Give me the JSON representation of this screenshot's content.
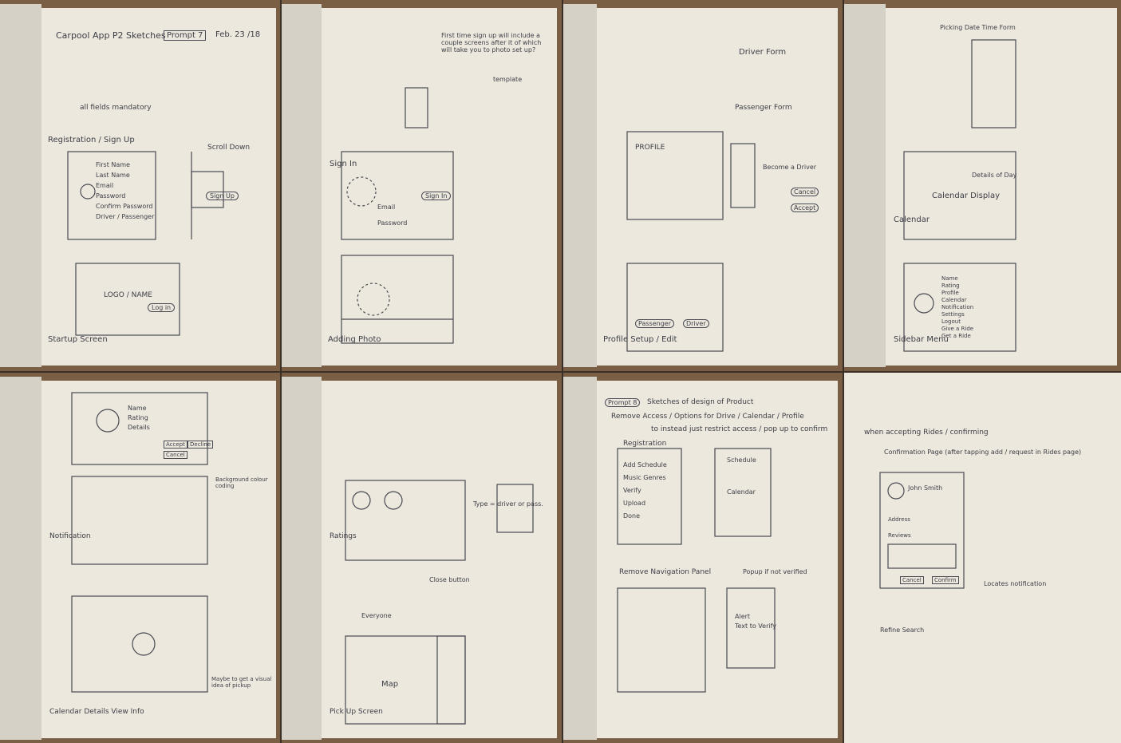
{
  "panels": [
    {
      "title": "Carpool App P2 Sketches",
      "prompt": "Prompt 7",
      "date": "Feb. 23 /18",
      "caption_1": "Startup Screen",
      "caption_2": "Registration / Sign Up",
      "logo": "LOGO / NAME",
      "labels": [
        "First Name",
        "Last Name",
        "Email",
        "Password",
        "Confirm Password",
        "Driver / Passenger"
      ],
      "buttons": [
        "Log in",
        "Sign Up"
      ],
      "notes": [
        "Scroll Down",
        "all fields mandatory"
      ]
    },
    {
      "caption_1": "Sign In",
      "caption_2": "Adding Photo",
      "labels": [
        "Email",
        "Password"
      ],
      "buttons": [
        "Sign In"
      ],
      "notes": [
        "First time sign up will include a couple screens after it of which will take you to photo set up?",
        "template"
      ]
    },
    {
      "caption_1": "Profile Setup / Edit",
      "caption_2": "Driver Form",
      "title": "PROFILE",
      "buttons": [
        "Passenger",
        "Driver",
        "Cancel",
        "Accept"
      ],
      "notes": [
        "Passenger Form",
        "Become a Driver"
      ]
    },
    {
      "caption_1": "Sidebar Menu",
      "caption_2": "Calendar",
      "center": "Calendar Display",
      "menu": [
        "Name",
        "Rating",
        "Profile",
        "Calendar",
        "Notification",
        "Settings",
        "Logout",
        "Give a Ride",
        "Get a Ride"
      ],
      "notes": [
        "Details of Day",
        "Picking Date Time Form"
      ]
    },
    {
      "caption_1": "Calendar Details View Info",
      "caption_2": "Notification",
      "labels": [
        "Name",
        "Rating",
        "Details"
      ],
      "buttons": [
        "Accept",
        "Cancel",
        "Decline"
      ],
      "notes": [
        "Background colour coding",
        "Maybe to get a visual idea of pickup"
      ]
    },
    {
      "caption_1": "Pick Up Screen",
      "caption_2": "Ratings",
      "center": "Map",
      "notes": [
        "Type = driver or pass.",
        "Close button",
        "Everyone"
      ]
    },
    {
      "prompt": "Prompt 8",
      "heading": "Sketches of design of Product",
      "sub": "Remove Access / Options for Drive / Calendar / Profile",
      "sub2": "to instead just restrict access / pop up to confirm",
      "caption_1": "Registration",
      "caption_2": "Remove Navigation Panel",
      "list": [
        "Add Schedule",
        "Music Genres",
        "Verify",
        "Upload",
        "Done"
      ],
      "popup": [
        "Alert",
        "Text to Verify"
      ],
      "notes": [
        "Popup if not verified",
        "Schedule",
        "Calendar"
      ]
    },
    {
      "heading": "when accepting Rides / confirming",
      "sub": "Confirmation Page (after tapping add / request in Rides page)",
      "name": "John Smith",
      "labels": [
        "Reviews",
        "Address"
      ],
      "buttons": [
        "Cancel",
        "Confirm"
      ],
      "notes": [
        "Locates notification",
        "Refine Search"
      ]
    }
  ]
}
